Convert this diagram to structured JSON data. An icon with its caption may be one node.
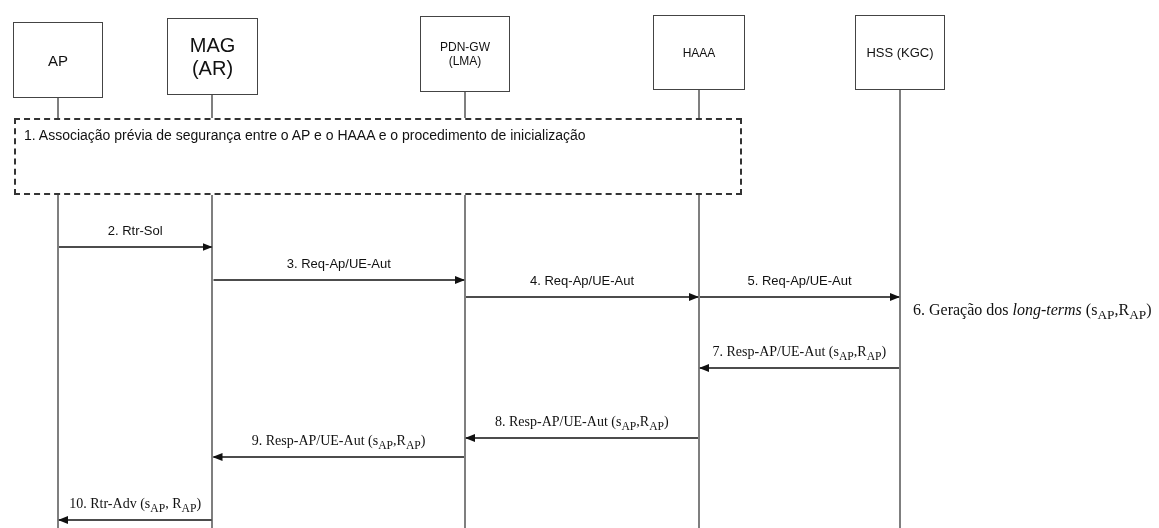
{
  "diagram": {
    "nodes": [
      {
        "text": [
          "AP"
        ]
      },
      {
        "text": [
          "MAG (AR)"
        ]
      },
      {
        "text": [
          "PDN-GW (LMA)"
        ]
      },
      {
        "text": [
          "HAAA"
        ]
      },
      {
        "text": [
          "HSS (KGC)"
        ]
      },
      {
        "text": [
          "1. Associação prévia de segurança entre o AP e o HAAA e o procedimento de inicialização"
        ]
      }
    ],
    "edges": [
      {
        "from": 0,
        "to": 1,
        "arrow": "to",
        "label": "2. Rtr-Sol"
      },
      {
        "from": 1,
        "to": 2,
        "arrow": "to",
        "label": "3. Req-Ap/UE-Aut"
      },
      {
        "from": 2,
        "to": 3,
        "arrow": "to",
        "label": "4. Req-Ap/UE-Aut"
      },
      {
        "from": 3,
        "to": 4,
        "arrow": "to",
        "label": "5. Req-Ap/UE-Aut"
      },
      {
        "from": 4,
        "to": 3,
        "arrow": "to",
        "label": "7. Resp-AP/UE-Aut (s$_{AP}$,R$_{AP}$)"
      },
      {
        "from": 3,
        "to": 2,
        "arrow": "to",
        "label": "8. Resp-AP/UE-Aut (s$_{AP}$,R$_{AP}$)"
      },
      {
        "from": 2,
        "to": 1,
        "arrow": "to",
        "label": "9. Resp-AP/UE-Aut (s$_{AP}$,R$_{AP}$)"
      },
      {
        "from": 1,
        "to": 0,
        "arrow": "to",
        "label": "10. Rtr-Adv (s$_{AP}$, R$_{AP}$)"
      }
    ],
    "labels": [
      "6. Geração dos *long-terms* (s$_{AP}$,R$_{AP}$)"
    ]
  }
}
